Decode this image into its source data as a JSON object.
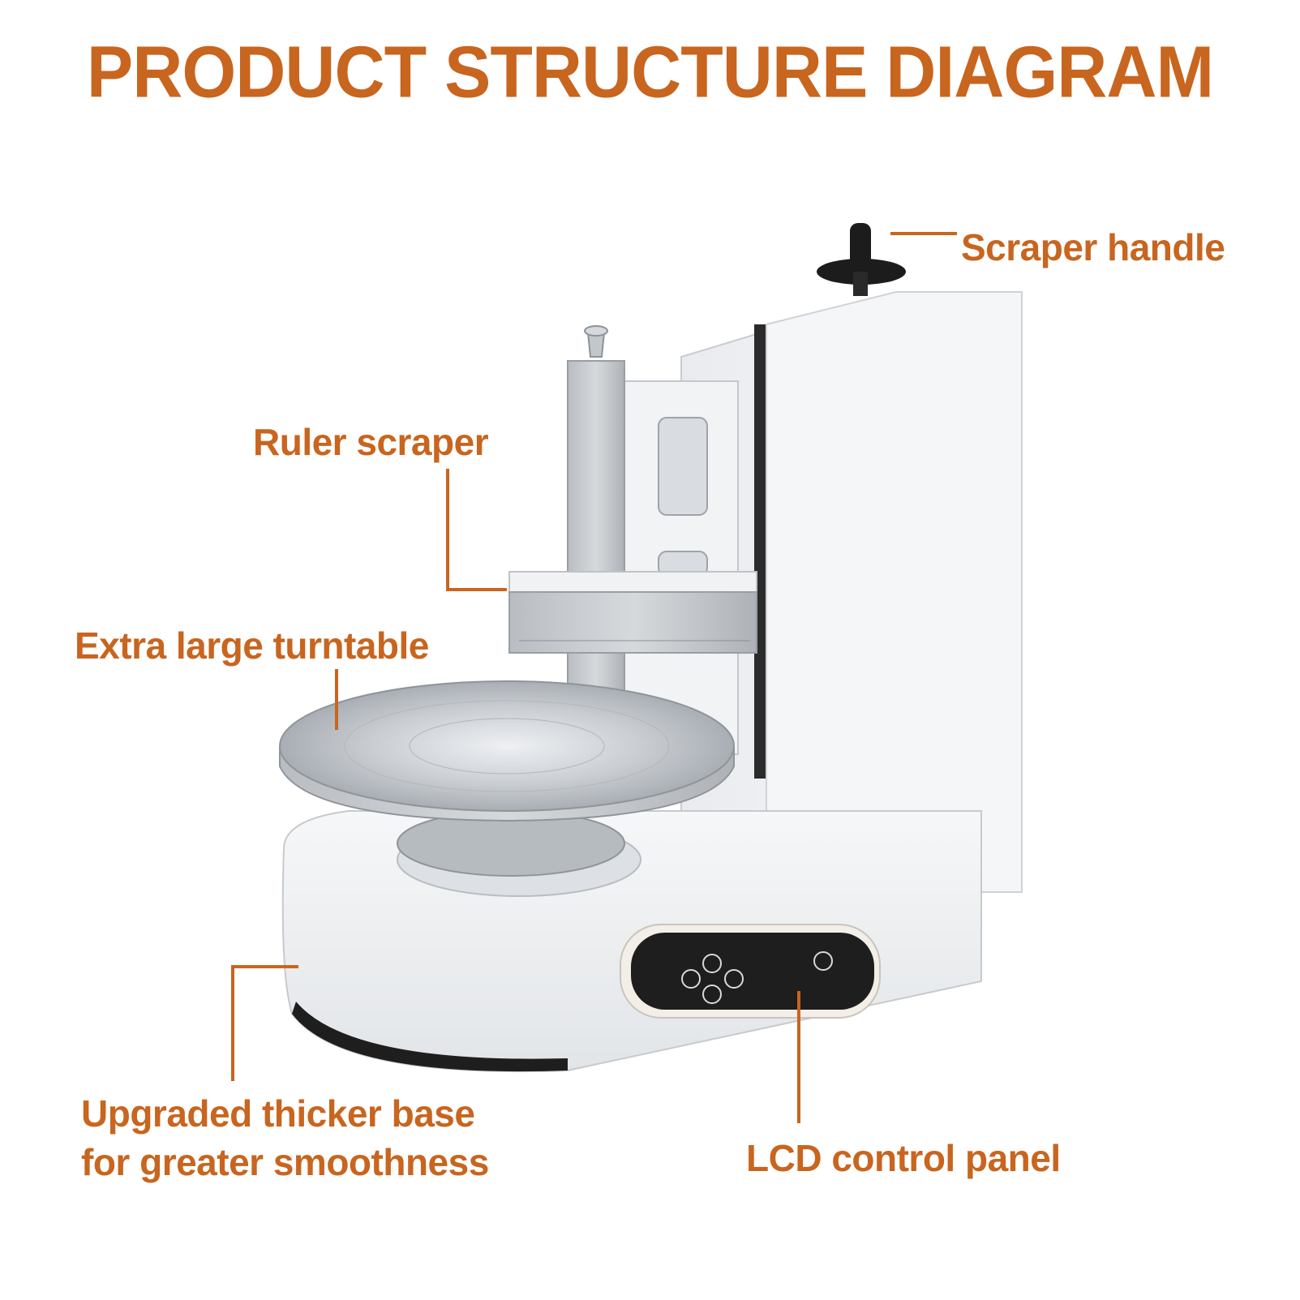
{
  "colors": {
    "accent": "#C8651F",
    "machine_white": "#EEF0F2",
    "steel": "#C9CDD2",
    "panel_black": "#1E1E1E"
  },
  "title": "PRODUCT STRUCTURE DIAGRAM",
  "callouts": {
    "scraper_handle": "Scraper handle",
    "ruler_scraper": "Ruler scraper",
    "turntable": "Extra large turntable",
    "base_line1": "Upgraded thicker base",
    "base_line2": "for greater smoothness",
    "lcd_panel": "LCD control panel"
  }
}
